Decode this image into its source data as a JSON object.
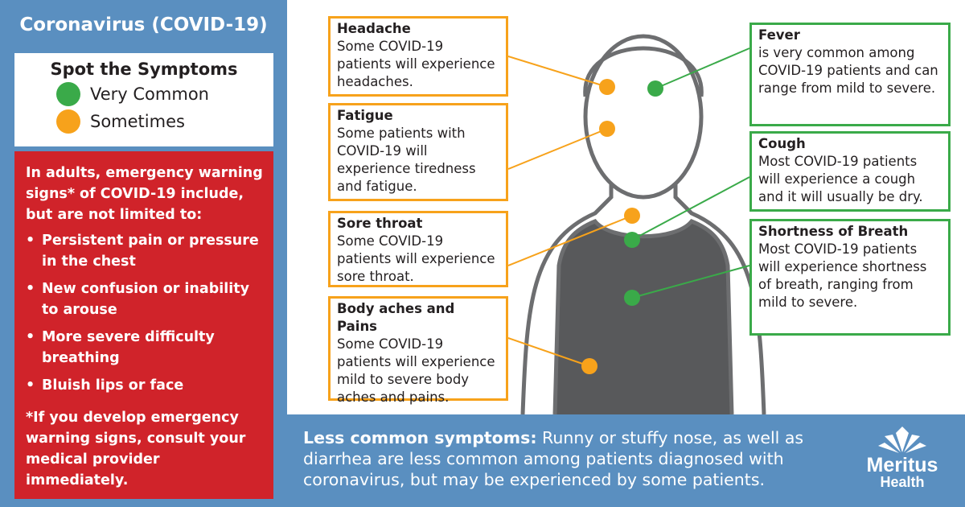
{
  "title": "Coronavirus (COVID-19)",
  "legend": {
    "heading": "Spot the Symptoms",
    "items": [
      {
        "label": "Very Common",
        "color": "#3aaa49"
      },
      {
        "label": "Sometimes",
        "color": "#f7a21b"
      }
    ]
  },
  "warning": {
    "intro": "In adults, emergency warning signs* of COVID-19 include, but are not limited to:",
    "items": [
      "Persistent pain or pressure in the chest",
      "New confusion or inability to arouse",
      "More severe difficulty breathing",
      "Bluish lips or face"
    ],
    "footnote": "*If you develop emergency warning signs, consult your medical provider immediately."
  },
  "symptoms": [
    {
      "title": "Headache",
      "text": "Some COVID-19 patients will experience headaches.",
      "frequency": "Sometimes"
    },
    {
      "title": "Fatigue",
      "text": "Some patients with COVID-19 will experience tiredness and fatigue.",
      "frequency": "Sometimes"
    },
    {
      "title": "Sore throat",
      "text": "Some COVID-19 patients will experience sore throat.",
      "frequency": "Sometimes"
    },
    {
      "title": "Body aches and Pains",
      "text": "Some COVID-19 patients will experience mild to severe body aches and pains.",
      "frequency": "Sometimes"
    },
    {
      "title": "Fever",
      "text": "is very common among COVID-19 patients and can range from mild to severe.",
      "frequency": "Very Common"
    },
    {
      "title": "Cough",
      "text": "Most COVID-19 patients will experience a cough and it will usually be dry.",
      "frequency": "Very Common"
    },
    {
      "title": "Shortness of Breath",
      "text": "Most COVID-19 patients will experience shortness of breath, ranging from mild to severe.",
      "frequency": "Very Common"
    }
  ],
  "bottom": {
    "label": "Less common symptoms:",
    "text": " Runny or stuffy nose, as well as diarrhea are less common among patients diagnosed with coronavirus, but may be experienced by some patients."
  },
  "logo": {
    "name": "Meritus",
    "sub": "Health"
  }
}
